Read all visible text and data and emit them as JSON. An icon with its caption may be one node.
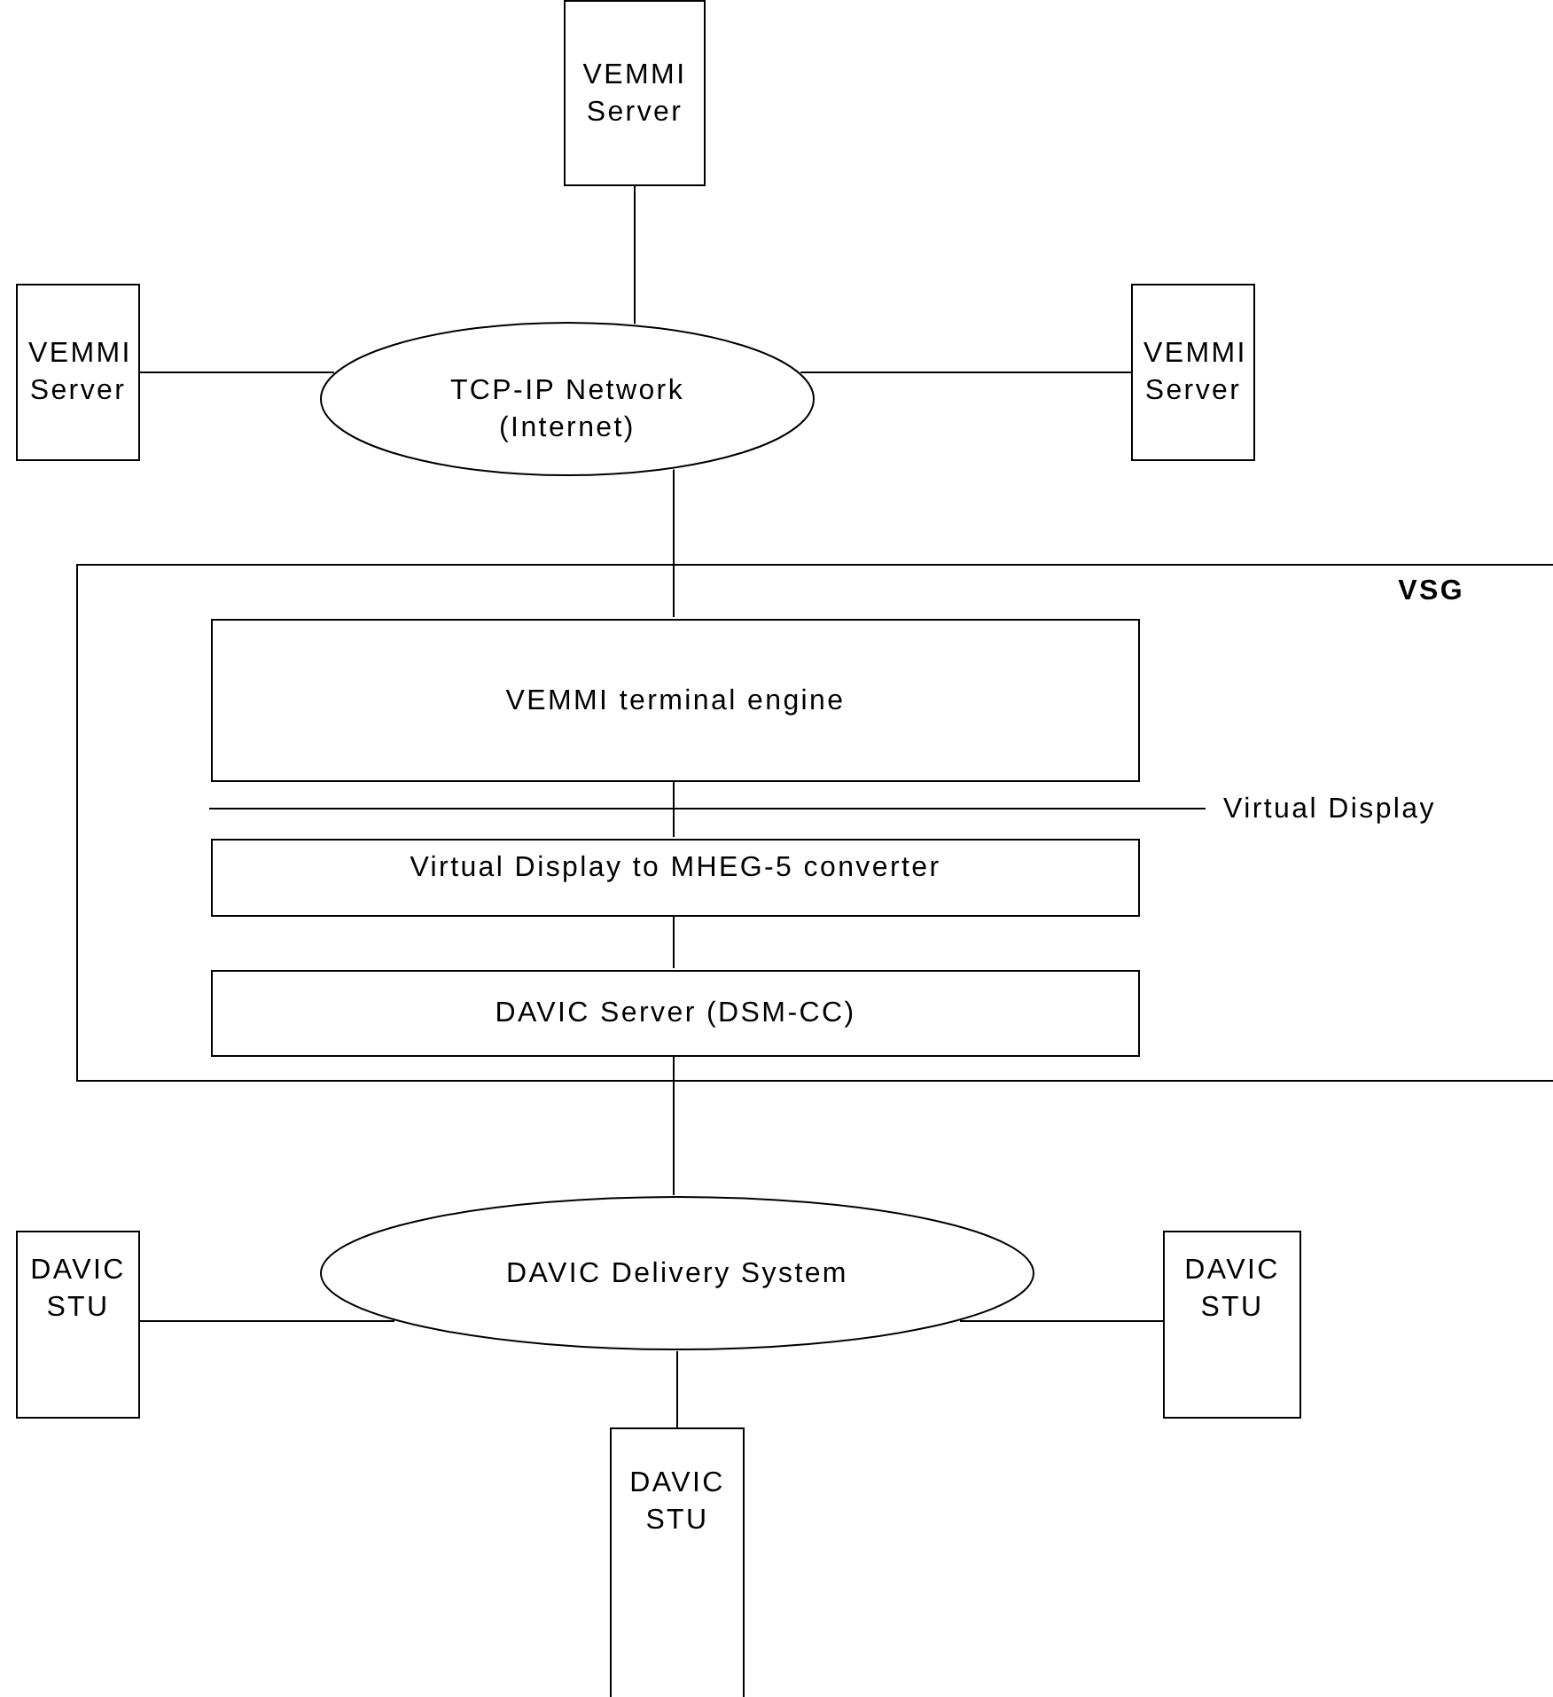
{
  "diagram": {
    "nodes": [
      {
        "text": [
          "VEMMI Server"
        ]
      },
      {
        "text": [
          "VEMMI Server"
        ]
      },
      {
        "text": [
          "TCP-IP Network (Internet)"
        ]
      },
      {
        "text": [
          "VEMMI Server"
        ]
      },
      {
        "text": [
          "VSG"
        ]
      },
      {
        "text": [
          "VEMMI terminal engine"
        ],
        "in": 4
      },
      {
        "text": [
          "Virtual Display to MHEG-5 converter"
        ],
        "in": 4
      },
      {
        "text": [
          "DAVIC Server (DSM-CC)"
        ],
        "in": 4
      },
      {
        "text": [
          "DAVIC STU"
        ]
      },
      {
        "text": [
          "DAVIC Delivery System"
        ]
      },
      {
        "text": [
          "DAVIC STU"
        ]
      },
      {
        "text": [
          "DAVIC STU"
        ]
      }
    ],
    "edges": [
      {
        "from": 0,
        "to": 2,
        "arrow": "none"
      },
      {
        "from": 1,
        "to": 2,
        "arrow": "none"
      },
      {
        "from": 2,
        "to": 3,
        "arrow": "none"
      },
      {
        "from": 2,
        "to": 5,
        "arrow": "none"
      },
      {
        "from": 5,
        "to": 6,
        "arrow": "none"
      },
      {
        "from": 6,
        "to": 7,
        "arrow": "none"
      },
      {
        "from": 7,
        "to": 9,
        "arrow": "none"
      },
      {
        "from": 8,
        "to": 9,
        "arrow": "none"
      },
      {
        "from": 9,
        "to": 10,
        "arrow": "none"
      },
      {
        "from": 9,
        "to": 11,
        "arrow": "none"
      }
    ],
    "labels": [
      "Virtual Display"
    ]
  }
}
